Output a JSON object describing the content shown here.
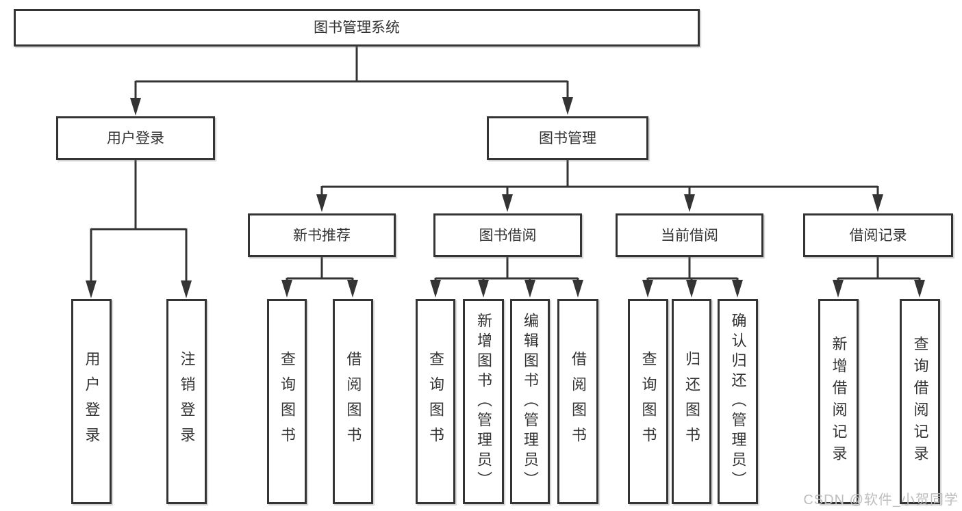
{
  "colors": {
    "line": "#343434",
    "box_border": "#343434",
    "text": "#333333",
    "watermark": "#bdbdbd",
    "background": "#ffffff"
  },
  "diagram": {
    "root": {
      "label": "图书管理系统"
    },
    "level2": [
      {
        "label": "用户登录"
      },
      {
        "label": "图书管理"
      }
    ],
    "level3": [
      {
        "label": "新书推荐",
        "parent": "图书管理"
      },
      {
        "label": "图书借阅",
        "parent": "图书管理"
      },
      {
        "label": "当前借阅",
        "parent": "图书管理"
      },
      {
        "label": "借阅记录",
        "parent": "图书管理"
      }
    ],
    "leaves": [
      {
        "label": "用户登录",
        "parent": "用户登录"
      },
      {
        "label": "注销登录",
        "parent": "用户登录"
      },
      {
        "label": "查询图书",
        "parent": "新书推荐"
      },
      {
        "label": "借阅图书",
        "parent": "新书推荐"
      },
      {
        "label": "查询图书",
        "parent": "图书借阅"
      },
      {
        "label": "新增图书（管理员）",
        "parent": "图书借阅"
      },
      {
        "label": "编辑图书（管理员）",
        "parent": "图书借阅"
      },
      {
        "label": "借阅图书",
        "parent": "图书借阅"
      },
      {
        "label": "查询图书",
        "parent": "当前借阅"
      },
      {
        "label": "归还图书",
        "parent": "当前借阅"
      },
      {
        "label": "确认归还（管理员）",
        "parent": "当前借阅"
      },
      {
        "label": "新增借阅记录",
        "parent": "借阅记录"
      },
      {
        "label": "查询借阅记录",
        "parent": "借阅记录"
      }
    ]
  },
  "watermark": {
    "text": "CSDN @软件_小贺同学"
  }
}
